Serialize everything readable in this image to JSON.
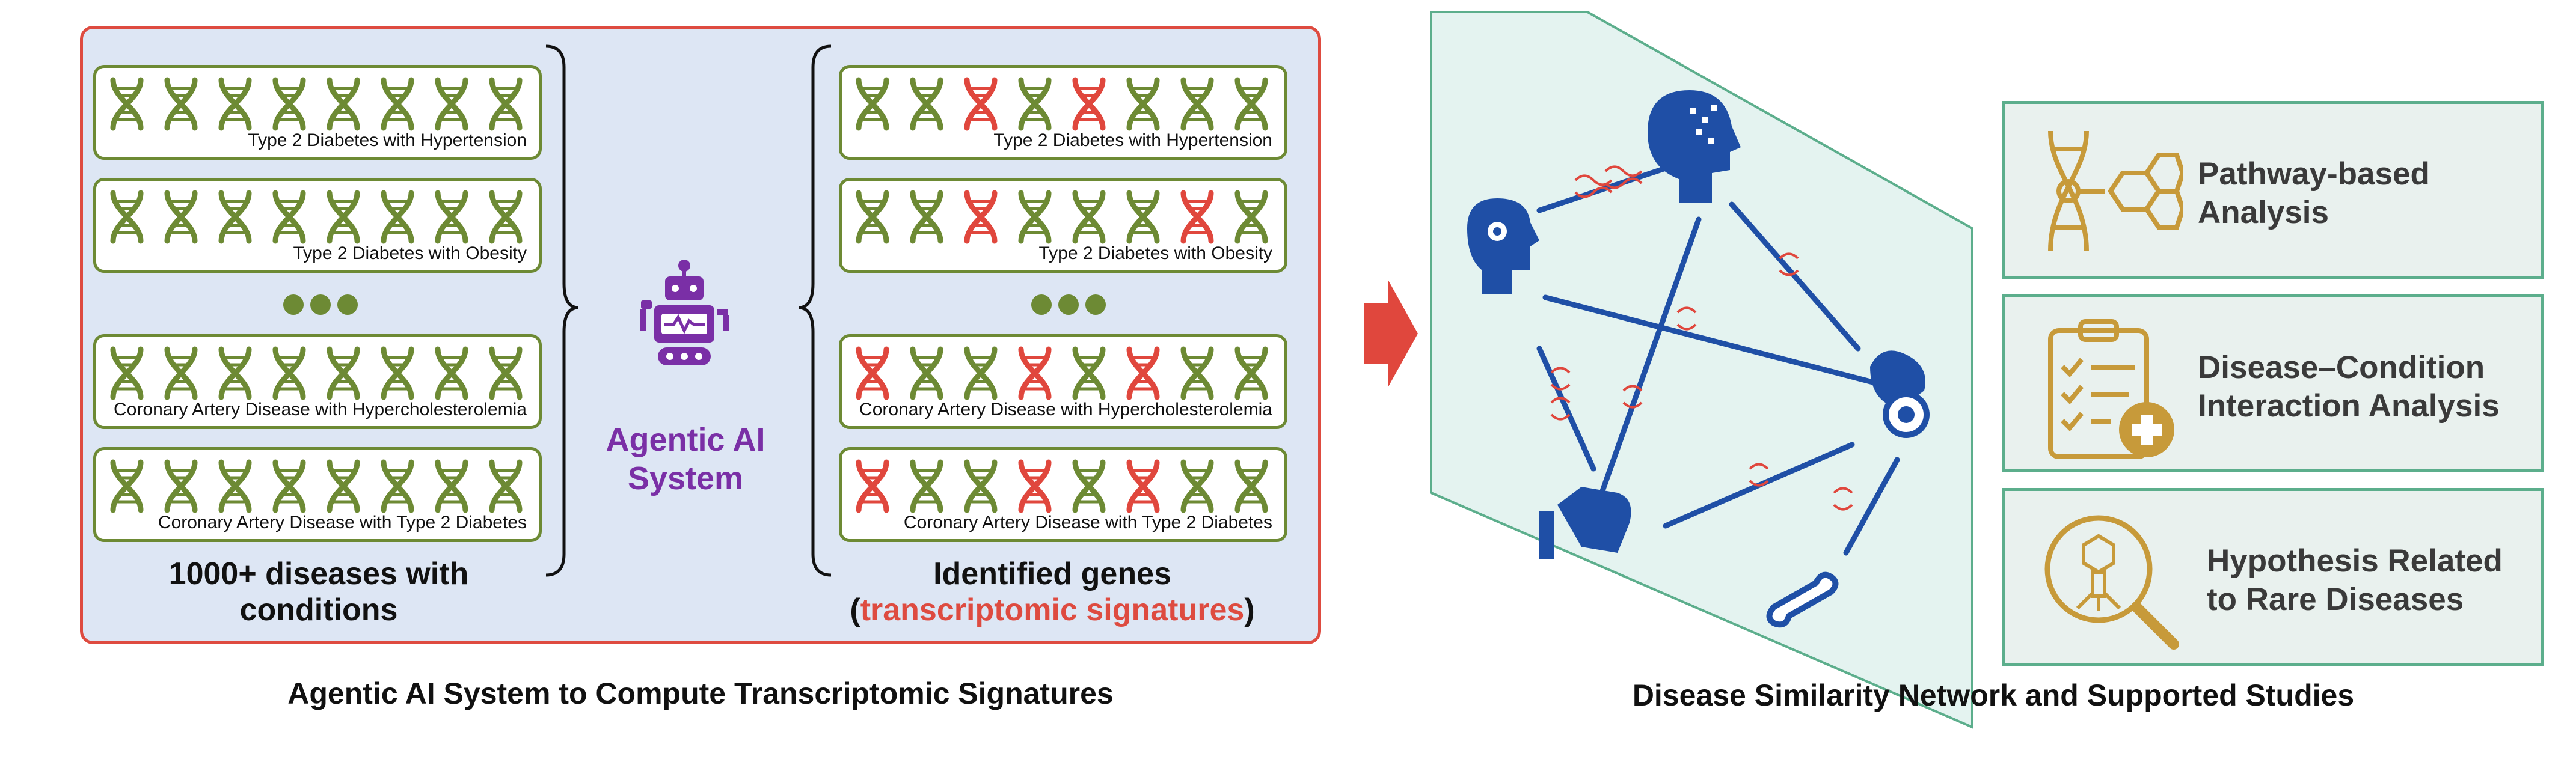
{
  "left_panel": {
    "input_rows": [
      {
        "label": "Type 2 Diabetes with Hypertension"
      },
      {
        "label": "Type 2 Diabetes with Obesity"
      },
      {
        "label": "Coronary Artery Disease with Hypercholesterolemia"
      },
      {
        "label": "Coronary Artery Disease with Type 2 Diabetes"
      }
    ],
    "output_rows": [
      {
        "label": "Type 2 Diabetes with Hypertension",
        "red": [
          2,
          4
        ]
      },
      {
        "label": "Type 2 Diabetes with Obesity",
        "red": [
          2,
          6
        ]
      },
      {
        "label": "Coronary Artery Disease with Hypercholesterolemia",
        "red": [
          0,
          3,
          5
        ]
      },
      {
        "label": "Coronary Artery Disease with Type 2 Diabetes",
        "red": [
          0,
          3,
          5
        ]
      }
    ],
    "input_caption_line1": "1000+ diseases with",
    "input_caption_line2": "conditions",
    "system_label_line1": "Agentic AI",
    "system_label_line2": "System",
    "output_caption_line1": "Identified genes",
    "output_caption_open": "(",
    "output_caption_highlight": "transcriptomic signatures",
    "output_caption_close": ")",
    "title": "Agentic AI System to Compute Transcriptomic Signatures"
  },
  "right_panel": {
    "cards": [
      {
        "line1": "Pathway-based",
        "line2": "Analysis",
        "icon": "dna-hexagon-icon"
      },
      {
        "line1": "Disease–Condition",
        "line2": "Interaction Analysis",
        "icon": "clipboard-plus-icon"
      },
      {
        "line1": "Hypothesis Related",
        "line2": "to Rare Diseases",
        "icon": "magnifier-virus-icon"
      }
    ],
    "network_nodes": [
      "brain-gear-icon",
      "brain-pixel-icon",
      "liver-virus-icon",
      "kidney-icon",
      "bone-icon"
    ],
    "title": "Disease Similarity Network and Supported Studies"
  },
  "colors": {
    "panel_bg": "#dde6f4",
    "panel_border": "#de4b40",
    "gene_green": "#6d8a34",
    "gene_red": "#e0473d",
    "accent_purple": "#7a2fa6",
    "highlight_red": "#de4b40",
    "organ_blue": "#1f4fa6",
    "card_border": "#5cae8c",
    "card_icon_gold": "#c79a3a"
  }
}
